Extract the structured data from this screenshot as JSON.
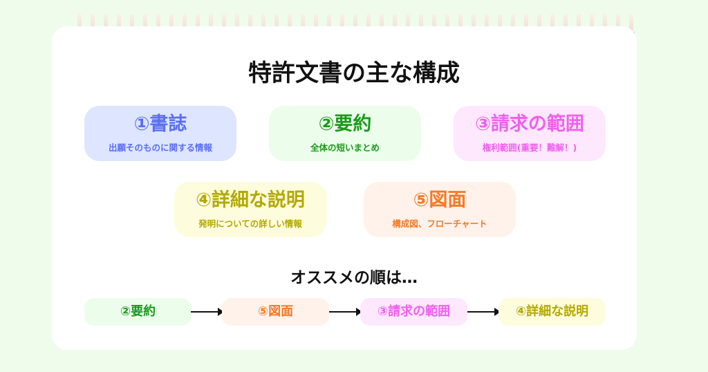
{
  "title": "特許文書の主な構成",
  "sections": [
    {
      "heading": "①書誌",
      "desc": "出願そのものに関する情報",
      "color": "#5b6ef2",
      "bg": "#dde5ff"
    },
    {
      "heading": "②要約",
      "desc": "全体の短いまとめ",
      "color": "#1a9a1a",
      "bg": "#edfdec"
    },
    {
      "heading": "③請求の範囲",
      "desc": "権利範囲(重要！難解！)",
      "color": "#f060ee",
      "bg": "#fde8fd"
    },
    {
      "heading": "④詳細な説明",
      "desc": "発明についての詳しい情報",
      "color": "#b3a900",
      "bg": "#fdfcdc"
    },
    {
      "heading": "⑤図面",
      "desc": "構成図、フローチャート",
      "color": "#f47a28",
      "bg": "#fff2ea"
    }
  ],
  "recommended_title": "オススメの順は…",
  "recommended_order": [
    "②要約",
    "⑤図面",
    "③請求の範囲",
    "④詳細な説明"
  ]
}
